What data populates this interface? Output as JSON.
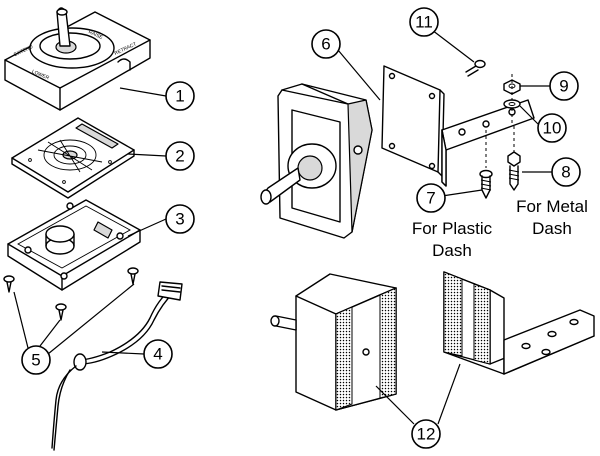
{
  "callouts": [
    "1",
    "2",
    "3",
    "4",
    "5",
    "6",
    "7",
    "8",
    "9",
    "10",
    "11",
    "12"
  ],
  "notes": {
    "plastic_line1": "For Plastic",
    "plastic_line2": "Dash",
    "metal_line1": "For Metal",
    "metal_line2": "Dash"
  },
  "joystick_labels": {
    "raise": "RAISE",
    "lower": "LOWER",
    "retract": "RETRACT",
    "extend": "EXTEND"
  },
  "colors": {
    "line": "#000000",
    "background": "#ffffff",
    "hatch": "#000000"
  }
}
